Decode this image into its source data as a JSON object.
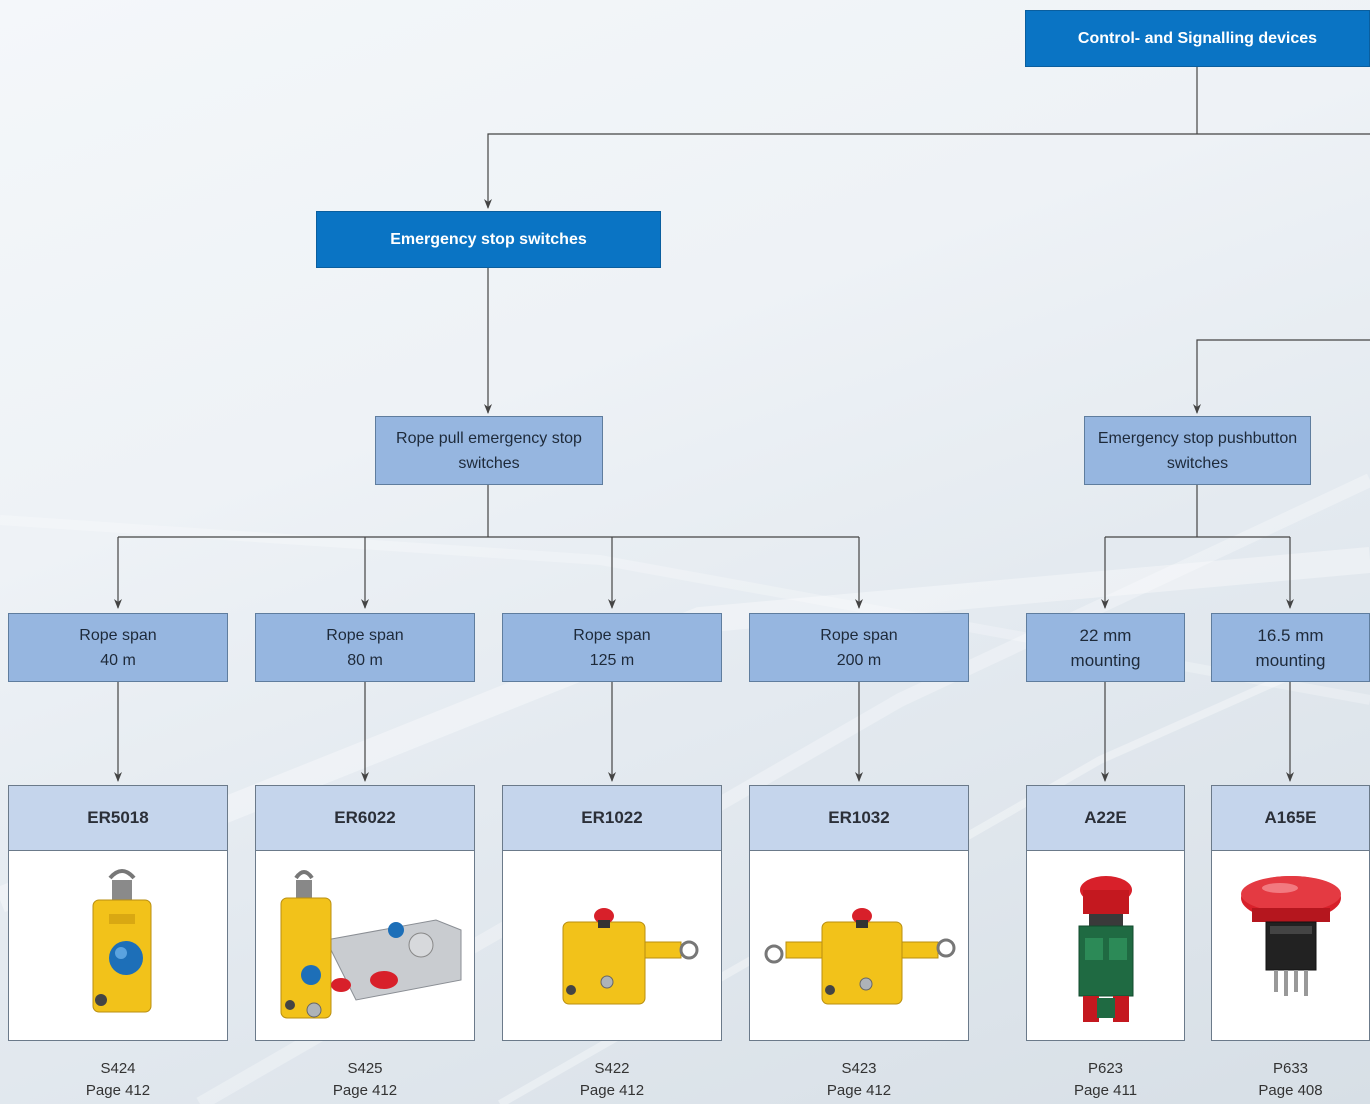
{
  "top": {
    "label": "Control- and Signalling devices"
  },
  "level2": {
    "label": "Emergency stop switches"
  },
  "rope_pull": {
    "line1": "Rope pull emergency stop",
    "line2": "switches"
  },
  "pushbutton": {
    "line1": "Emergency stop pushbutton",
    "line2": "switches"
  },
  "categories": [
    {
      "line1": "Rope span",
      "line2": "40 m"
    },
    {
      "line1": "Rope span",
      "line2": "80 m"
    },
    {
      "line1": "Rope span",
      "line2": "125 m"
    },
    {
      "line1": "Rope span",
      "line2": "200 m"
    },
    {
      "line1": "22 mm",
      "line2": "mounting"
    },
    {
      "line1": "16.5 mm",
      "line2": "mounting"
    }
  ],
  "products": [
    {
      "model": "ER5018",
      "code": "S424",
      "page": "Page 412",
      "icon": "yellow-rope-switch-icon"
    },
    {
      "model": "ER6022",
      "code": "S425",
      "page": "Page 412",
      "icon": "rope-switch-with-steel-tensioner-icon"
    },
    {
      "model": "ER1022",
      "code": "S422",
      "page": "Page 412",
      "icon": "yellow-rope-switch-red-button-icon"
    },
    {
      "model": "ER1032",
      "code": "S423",
      "page": "Page 412",
      "icon": "yellow-double-rope-switch-icon"
    },
    {
      "model": "A22E",
      "code": "P623",
      "page": "Page 411",
      "icon": "red-mushroom-pushbutton-green-base-icon"
    },
    {
      "model": "A165E",
      "code": "P633",
      "page": "Page 408",
      "icon": "red-mushroom-pushbutton-icon"
    }
  ],
  "colors": {
    "dark_box": "#0a74c4",
    "light_box": "#96b6e0",
    "card_header": "#c5d5ec",
    "product_yellow": "#f2c21a",
    "stop_red": "#d8202a"
  }
}
